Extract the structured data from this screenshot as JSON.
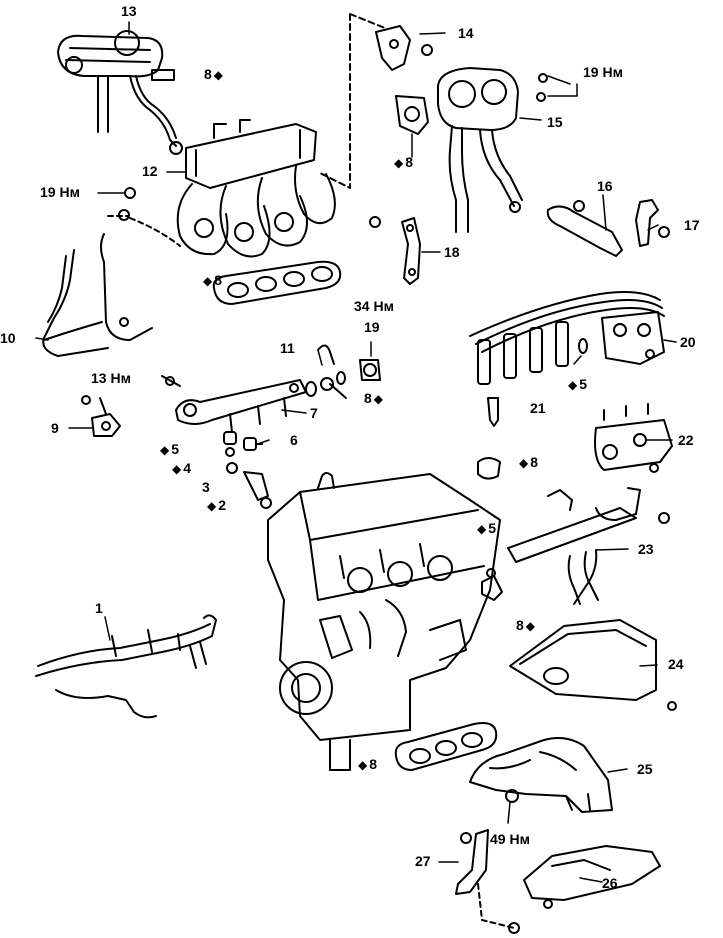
{
  "diagram": {
    "callouts": [
      {
        "id": "c1",
        "num": "1"
      },
      {
        "id": "c2",
        "num": "2",
        "marked": true
      },
      {
        "id": "c3",
        "num": "3"
      },
      {
        "id": "c4",
        "num": "4",
        "marked": true
      },
      {
        "id": "c5a",
        "num": "5",
        "marked": true
      },
      {
        "id": "c5b",
        "num": "5",
        "marked": true
      },
      {
        "id": "c5c",
        "num": "5",
        "marked": true
      },
      {
        "id": "c6",
        "num": "6"
      },
      {
        "id": "c7",
        "num": "7"
      },
      {
        "id": "c8a",
        "num": "8",
        "marked": true
      },
      {
        "id": "c8b",
        "num": "8",
        "marked": true
      },
      {
        "id": "c8c",
        "num": "8",
        "marked": true
      },
      {
        "id": "c8d",
        "num": "8",
        "marked": true
      },
      {
        "id": "c8e",
        "num": "8",
        "marked": true
      },
      {
        "id": "c8f",
        "num": "8",
        "marked": true
      },
      {
        "id": "c8g",
        "num": "8",
        "marked": true
      },
      {
        "id": "c9",
        "num": "9"
      },
      {
        "id": "c10",
        "num": "10"
      },
      {
        "id": "c11",
        "num": "11"
      },
      {
        "id": "c12",
        "num": "12"
      },
      {
        "id": "c13",
        "num": "13"
      },
      {
        "id": "c14",
        "num": "14"
      },
      {
        "id": "c15",
        "num": "15"
      },
      {
        "id": "c16",
        "num": "16"
      },
      {
        "id": "c17",
        "num": "17"
      },
      {
        "id": "c18",
        "num": "18"
      },
      {
        "id": "c19",
        "num": "19"
      },
      {
        "id": "c20",
        "num": "20"
      },
      {
        "id": "c21",
        "num": "21"
      },
      {
        "id": "c22",
        "num": "22"
      },
      {
        "id": "c23",
        "num": "23"
      },
      {
        "id": "c24",
        "num": "24"
      },
      {
        "id": "c25",
        "num": "25"
      },
      {
        "id": "c26",
        "num": "26"
      },
      {
        "id": "c27",
        "num": "27"
      }
    ],
    "torques": [
      {
        "id": "t19a",
        "text": "19 Нм"
      },
      {
        "id": "t19b",
        "text": "19 Нм"
      },
      {
        "id": "t13",
        "text": "13 Нм"
      },
      {
        "id": "t34",
        "text": "34 Нм"
      },
      {
        "id": "t49",
        "text": "49 Нм"
      }
    ],
    "marker_glyph": "◆"
  }
}
